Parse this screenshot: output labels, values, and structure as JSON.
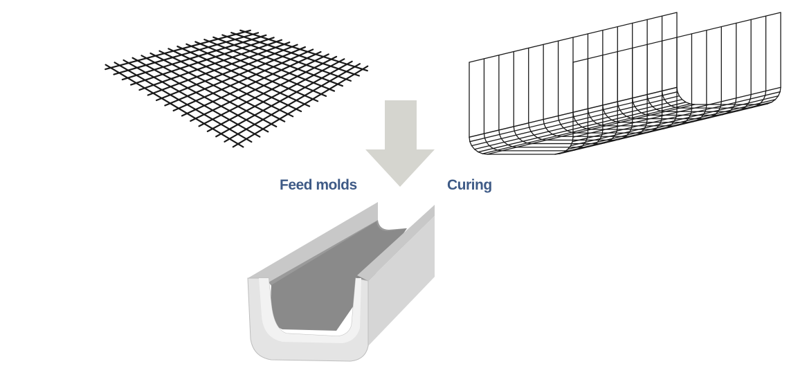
{
  "labels": {
    "feed_molds": "Feed molds",
    "curing": "Curing"
  },
  "colors": {
    "arrow": "#d5d5cf",
    "label": "#3e5a86",
    "mesh": "#1a1a1a",
    "channel_outer": "#e4e4e4",
    "channel_inner": "#8a8a8a",
    "channel_edge": "#c8c8c8"
  },
  "figure": {
    "flat_mesh": {
      "icon": "flat-wire-mesh"
    },
    "bent_mesh": {
      "icon": "u-shaped-wire-cage"
    },
    "arrow": {
      "icon": "down-arrow"
    },
    "channel": {
      "icon": "precast-u-channel"
    }
  }
}
